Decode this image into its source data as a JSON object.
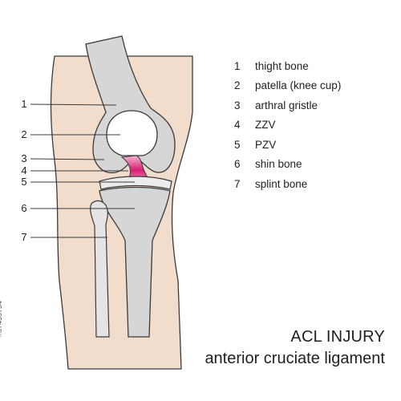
{
  "legend": {
    "items": [
      {
        "num": "1",
        "label": "thight bone"
      },
      {
        "num": "2",
        "label": "patella (knee cup)"
      },
      {
        "num": "3",
        "label": "arthral gristle"
      },
      {
        "num": "4",
        "label": "ZZV"
      },
      {
        "num": "5",
        "label": "PZV"
      },
      {
        "num": "6",
        "label": "shin bone"
      },
      {
        "num": "7",
        "label": "splint bone"
      }
    ]
  },
  "callouts": [
    "1",
    "2",
    "3",
    "4",
    "5",
    "6",
    "7"
  ],
  "title": {
    "main": "ACL INJURY",
    "sub": "anterior cruciate ligament"
  },
  "stock_id": "#87455754",
  "colors": {
    "skin": "#f2dccb",
    "bone": "#d6d6d6",
    "bone_light": "#ececec",
    "outline": "#3a3a3a",
    "ligament": "#e0327e",
    "ligament_light": "#f4a8cc"
  }
}
